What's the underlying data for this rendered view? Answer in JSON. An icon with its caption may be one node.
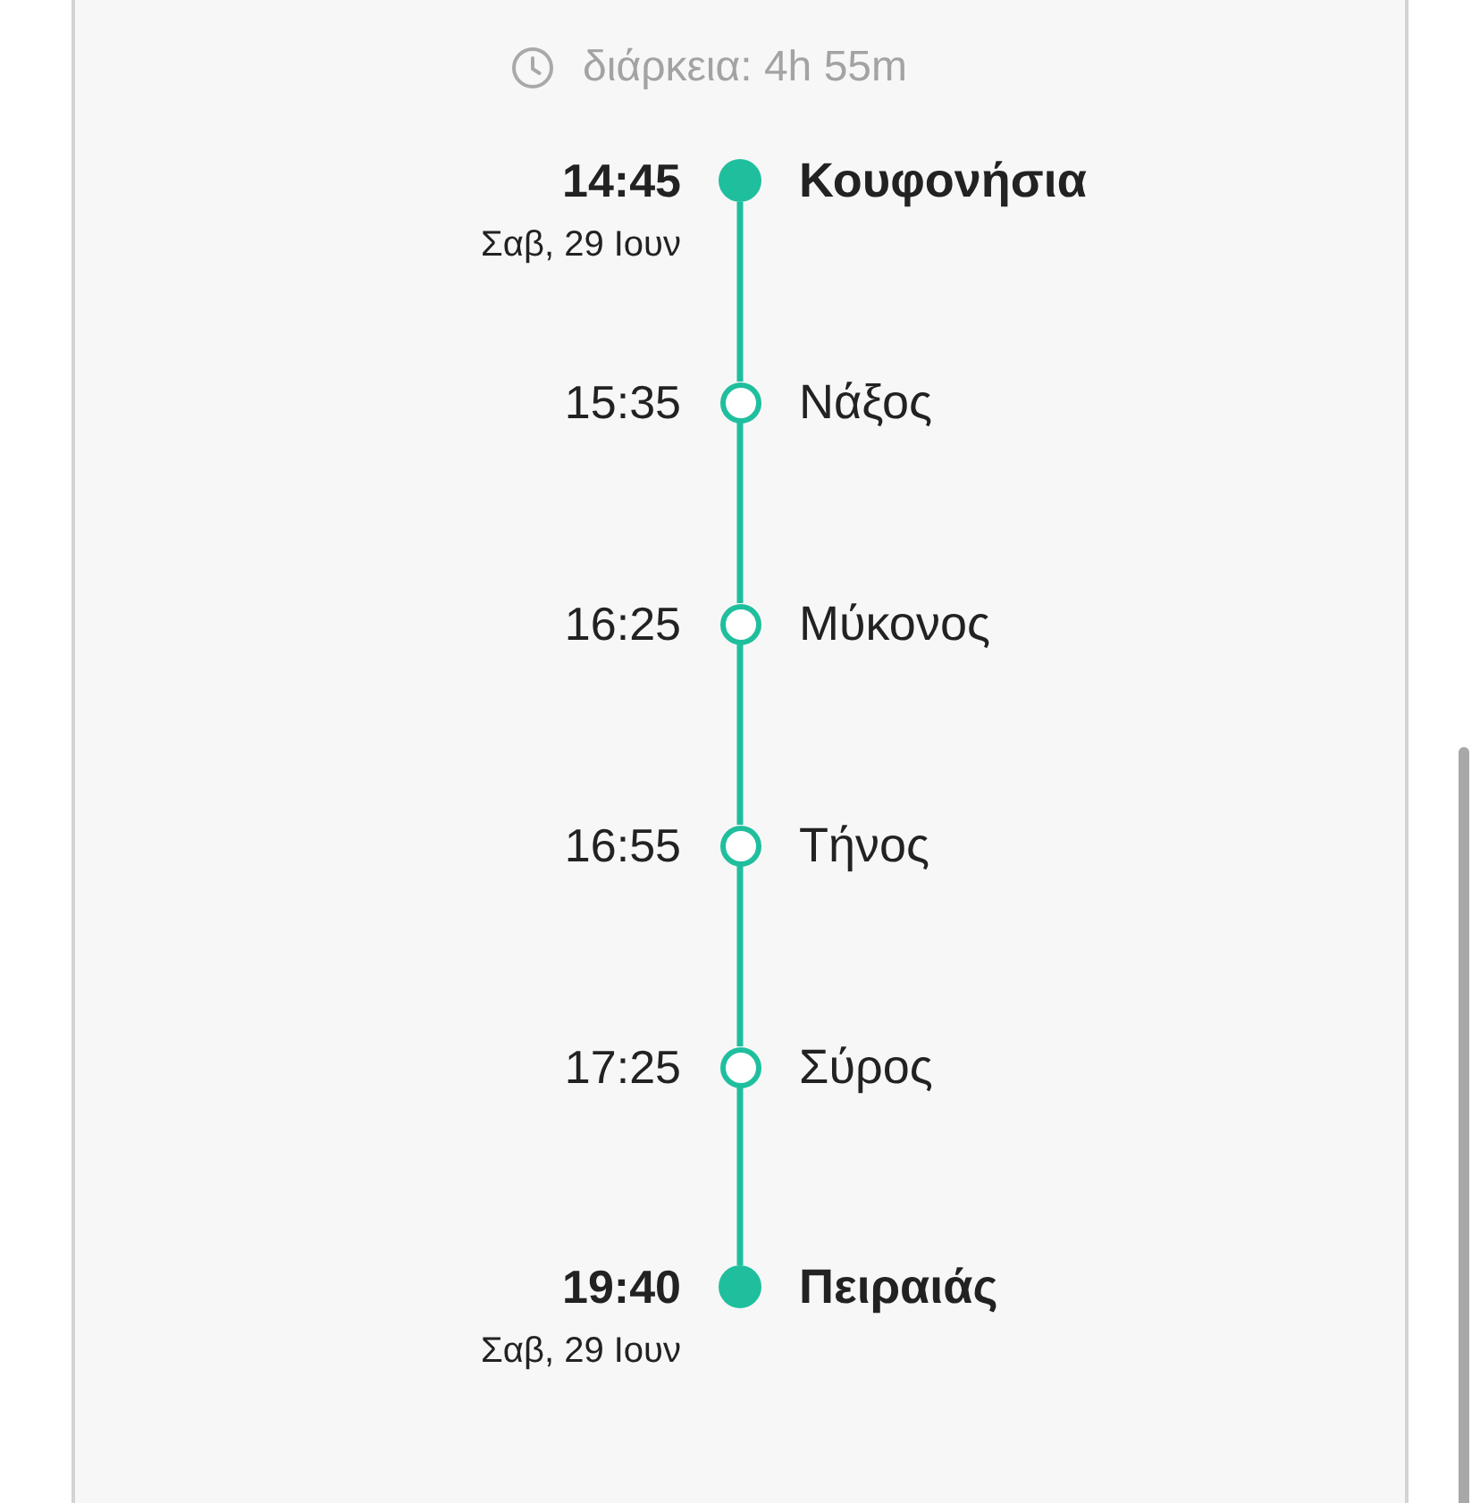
{
  "diagram": {
    "nodes": [
      {
        "text": [],
        "shape": "dot",
        "beside": [
          "14:45",
          "Κουφονήσια",
          "Σαβ, 29 Ιουν"
        ]
      },
      {
        "text": [],
        "shape": "circle",
        "beside": [
          "15:35",
          "Νάξος"
        ]
      },
      {
        "text": [],
        "shape": "circle",
        "beside": [
          "16:25",
          "Μύκονος"
        ]
      },
      {
        "text": [],
        "shape": "circle",
        "beside": [
          "16:55",
          "Τήνος"
        ]
      },
      {
        "text": [],
        "shape": "circle",
        "beside": [
          "17:25",
          "Σύρος"
        ]
      },
      {
        "text": [],
        "shape": "dot",
        "beside": [
          "19:40",
          "Πειραιάς",
          "Σαβ, 29 Ιουν"
        ]
      }
    ],
    "edges": [
      {
        "from": 0,
        "to": 1,
        "arrow": "none"
      },
      {
        "from": 1,
        "to": 2,
        "arrow": "none"
      },
      {
        "from": 2,
        "to": 3,
        "arrow": "none"
      },
      {
        "from": 3,
        "to": 4,
        "arrow": "none"
      },
      {
        "from": 4,
        "to": 5,
        "arrow": "none"
      }
    ],
    "labels": [
      "διάρκεια: 4h 55m"
    ]
  }
}
